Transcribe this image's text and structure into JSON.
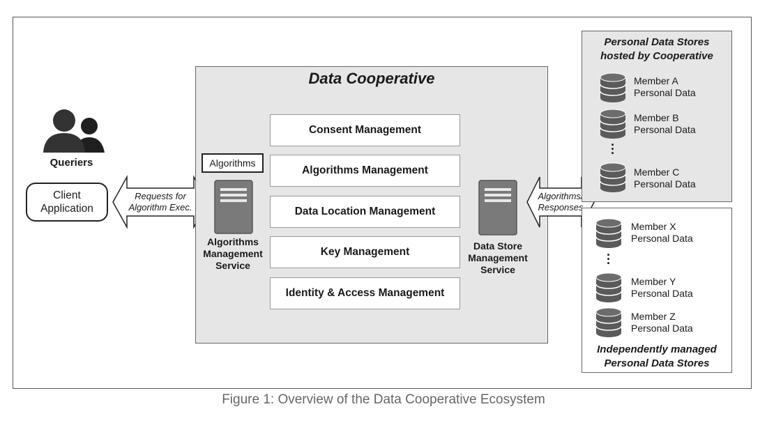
{
  "queriers": {
    "label": "Queriers",
    "client_line1": "Client",
    "client_line2": "Application"
  },
  "left_arrow": {
    "line1": "Requests for",
    "line2": "Algorithm Exec."
  },
  "cooperative": {
    "title": "Data Cooperative",
    "algorithms_tag": "Algorithms",
    "modules": [
      "Consent Management",
      "Algorithms Management",
      "Data Location Management",
      "Key Management",
      "Identity & Access Management"
    ],
    "algo_service": [
      "Algorithms",
      "Management",
      "Service"
    ],
    "store_service": [
      "Data Store",
      "Management",
      "Service"
    ]
  },
  "right_arrow": {
    "line1": "Algorithms/",
    "line2": "Responses"
  },
  "hosted": {
    "title_line1": "Personal Data Stores",
    "title_line2": "hosted by Cooperative",
    "members": [
      {
        "name": "Member A",
        "sub": "Personal Data"
      },
      {
        "name": "Member B",
        "sub": "Personal Data"
      },
      {
        "name": "Member C",
        "sub": "Personal Data"
      }
    ]
  },
  "independent": {
    "title_line1": "Independently managed",
    "title_line2": "Personal Data Stores",
    "members": [
      {
        "name": "Member X",
        "sub": "Personal Data"
      },
      {
        "name": "Member Y",
        "sub": "Personal Data"
      },
      {
        "name": "Member Z",
        "sub": "Personal Data"
      }
    ]
  },
  "caption": "Figure 1: Overview of the Data Cooperative Ecosystem",
  "colors": {
    "server": "#7a7a7a",
    "database": "#5a5a5a",
    "panel": "#e6e6e6"
  },
  "icons": {
    "queriers": "people-icon",
    "server": "server-icon",
    "store": "database-icon"
  }
}
